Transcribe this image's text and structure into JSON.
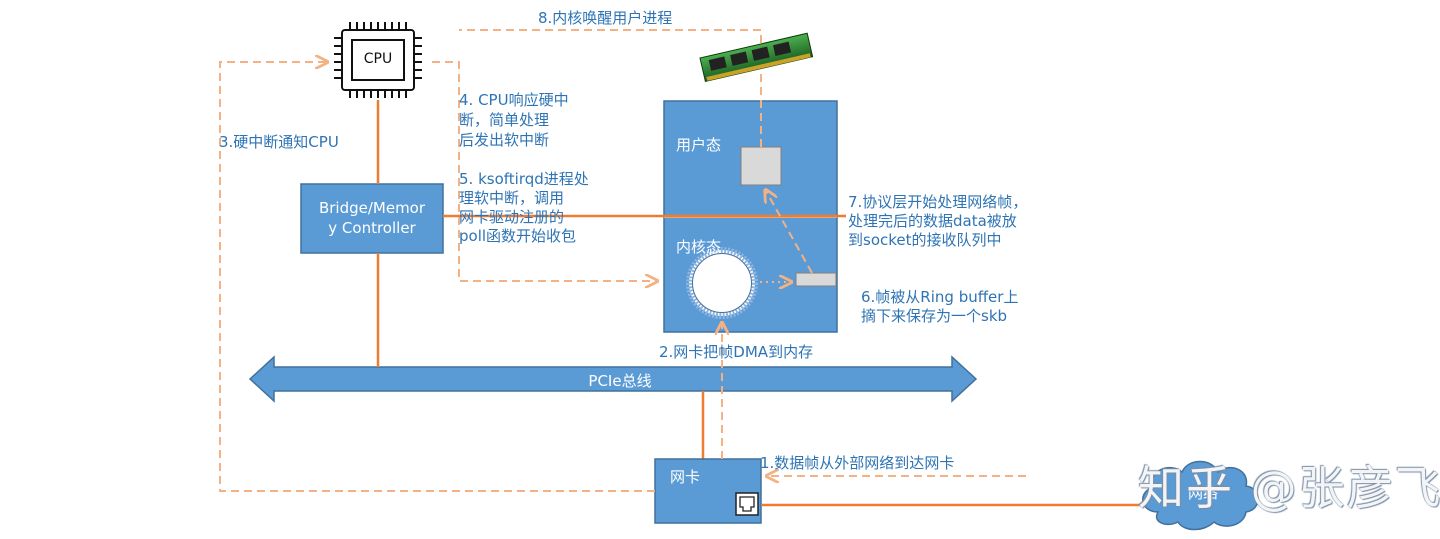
{
  "colors": {
    "blue_box": "#5b9bd5",
    "blue_dark": "#41719c",
    "orange": "#ed7d31",
    "dash": "#f4b183",
    "label": "#2e74b5"
  },
  "cpu": {
    "label": "CPU"
  },
  "bridge": {
    "label": "Bridge/Memor\ny Controller"
  },
  "memory": {
    "user_label": "用户态",
    "kernel_label": "内核态"
  },
  "bus": {
    "label": "PCIe总线"
  },
  "nic": {
    "label": "网卡"
  },
  "network": {
    "label": "网络"
  },
  "steps": {
    "s1": "1.数据帧从外部网络到达网卡",
    "s2": "2.网卡把帧DMA到内存",
    "s3": "3.硬中断通知CPU",
    "s4": "4. CPU响应硬中\n断，简单处理\n后发出软中断",
    "s5": "5. ksoftirqd进程处\n理软中断，调用\n网卡驱动注册的\npoll函数开始收包",
    "s6": "6.帧被从Ring buffer上\n摘下来保存为一个skb",
    "s7": "7.协议层开始处理网络帧，\n处理完后的数据data被放\n到socket的接收队列中",
    "s8": "8.内核唤醒用户进程"
  },
  "watermark": "知乎 @张彦飞"
}
